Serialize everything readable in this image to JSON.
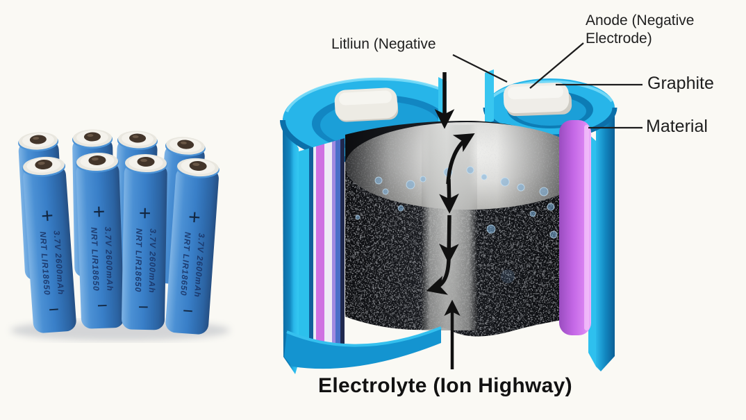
{
  "page": {
    "background": "#faf9f4"
  },
  "photo": {
    "alt": "Photograph of eight blue cylindrical lithium-ion cells in two rows",
    "battery": {
      "plus": "+",
      "minus": "−",
      "brand": "NRT LIR18650",
      "spec": "3.7V 2600mAh"
    },
    "colors": {
      "body_blue": "#3d80c4",
      "cap_white": "#ece9e0",
      "terminal_brown": "#42352b"
    }
  },
  "diagram": {
    "alt": "Cutaway illustration of a cylindrical lithium-ion battery cell",
    "labels": {
      "negative": "Litliun (Negative",
      "anode_line1": "Anode (Negative",
      "anode_line2": "Electrode)",
      "graphite": "Graphite",
      "material": "Material",
      "electrolyte": "Electrolyte (Ion Highway)"
    },
    "colors": {
      "casing_cyan": "#27b5e9",
      "casing_dark_blue": "#0d6ca6",
      "cathode_purple": "#c86ae4",
      "interior_black": "#141518",
      "separator_gray": "#c6c6c4",
      "tab_cream": "#efede8",
      "arrow_black": "#101010"
    }
  }
}
